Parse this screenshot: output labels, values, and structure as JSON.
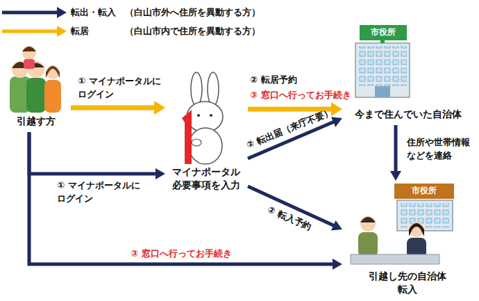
{
  "diagram": {
    "nodes": [
      {
        "text": [
          "引越す方"
        ]
      },
      {
        "text": [
          "マイナポータル 必要事項を入力"
        ]
      },
      {
        "text": [
          "今まで住んでいた自治体"
        ]
      },
      {
        "text": [
          "引越し先の自治体 転入"
        ]
      }
    ],
    "edges": [
      {
        "from": 0,
        "to": 1,
        "arrow": "to",
        "label": "① マイナポータルに ログイン"
      },
      {
        "from": 1,
        "to": 2,
        "arrow": "to",
        "label": "② 転居予約"
      },
      {
        "from": 0,
        "to": 1,
        "arrow": "to",
        "label": "① マイナポータルに ログイン"
      },
      {
        "from": 1,
        "to": 2,
        "arrow": "to",
        "label": "② 転出届（来庁不要）"
      },
      {
        "from": 1,
        "to": 3,
        "arrow": "to",
        "label": "② 転入予約"
      },
      {
        "from": 0,
        "to": 3,
        "arrow": "to",
        "label": "③ 窓口へ行ってお手続き"
      },
      {
        "from": 2,
        "to": 3,
        "arrow": "to",
        "label": "住所や世帯情報 などを連絡"
      }
    ],
    "labels": [
      "市役所",
      "③ 窓口へ行ってお手続き",
      "市役所"
    ],
    "legend": [
      {
        "text": "転出・転入　（白山市外へ住所を異動する方）"
      },
      {
        "text": "転居　　　　（白山市内で住所を異動する方）"
      }
    ]
  }
}
